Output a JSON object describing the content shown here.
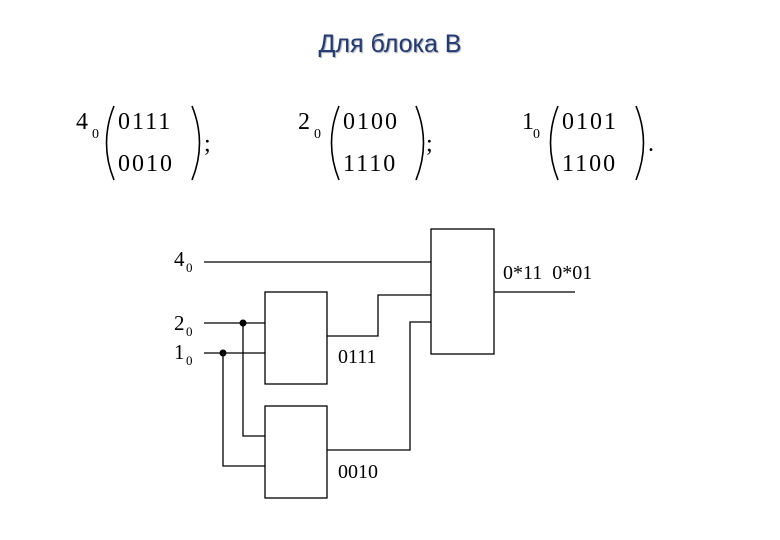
{
  "title": "Для блока B",
  "matrices": [
    {
      "label": "4",
      "sub": "0",
      "rows": [
        "0111",
        "0010"
      ],
      "punct": ";"
    },
    {
      "label": "2",
      "sub": "0",
      "rows": [
        "0100",
        "1110"
      ],
      "punct": ";"
    },
    {
      "label": "1",
      "sub": "0",
      "rows": [
        "0101",
        "1100"
      ],
      "punct": "."
    }
  ],
  "inputs": [
    {
      "label": "4",
      "sub": "0"
    },
    {
      "label": "2",
      "sub": "0"
    },
    {
      "label": "1",
      "sub": "0"
    }
  ],
  "block_outputs": [
    "0111",
    "0010"
  ],
  "final_output": "0*11  0*01"
}
